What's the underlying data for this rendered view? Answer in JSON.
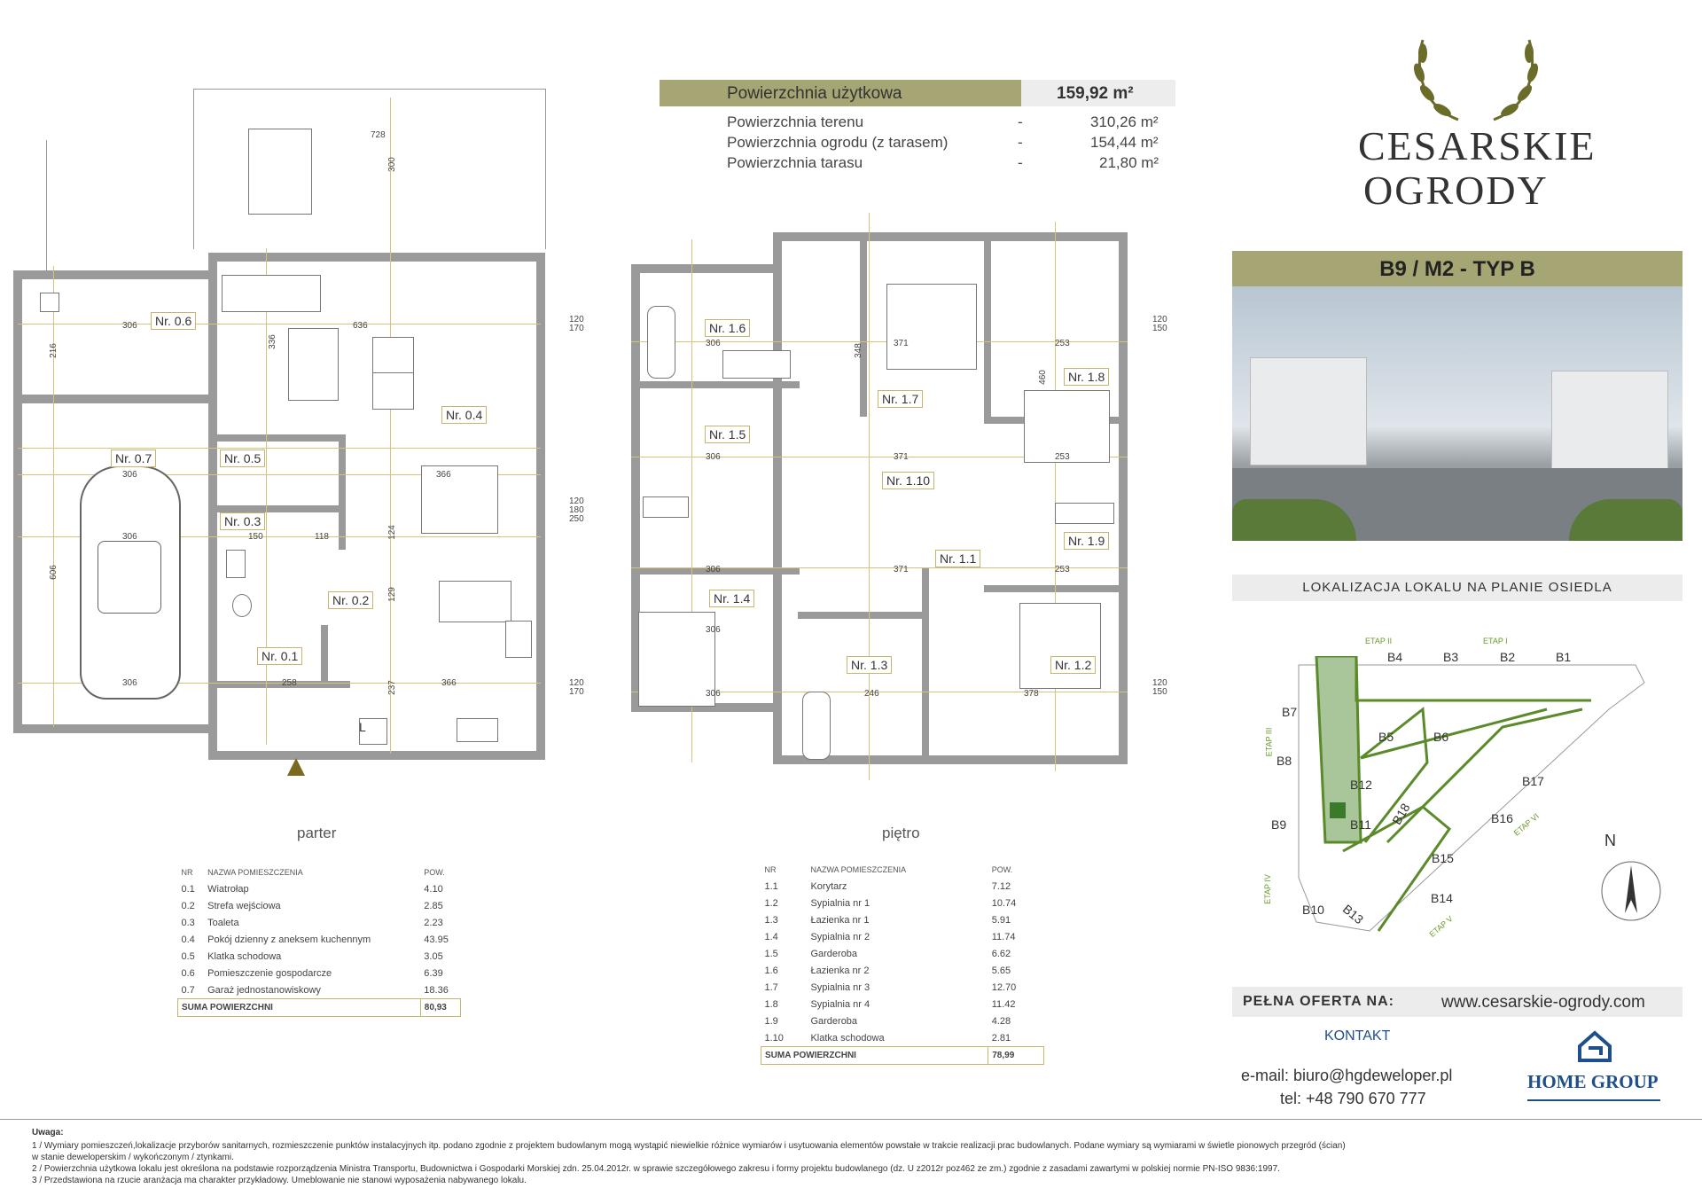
{
  "area_summary": {
    "main_label": "Powierzchnia użytkowa",
    "main_value": "159,92 m²",
    "rows": [
      {
        "label": "Powierzchnia terenu",
        "dash": "-",
        "value": "310,26 m²"
      },
      {
        "label": "Powierzchnia ogrodu (z tarasem)",
        "dash": "-",
        "value": "154,44 m²"
      },
      {
        "label": "Powierzchnia tarasu",
        "dash": "-",
        "value": "21,80 m²"
      }
    ]
  },
  "logo": {
    "line1": "CESARSKIE",
    "line2": "OGRODY"
  },
  "unit_title": "B9 / M2 - TYP B",
  "location_title": "LOKALIZACJA LOKALU NA PLANIE OSIEDLA",
  "site_plan": {
    "etaps": [
      "ETAP II",
      "ETAP I",
      "ETAP III",
      "ETAP IV",
      "ETAP V",
      "ETAP VI"
    ],
    "buildings": [
      "B4",
      "B3",
      "B2",
      "B1",
      "B7",
      "B5",
      "B6",
      "B8",
      "B12",
      "B17",
      "B9",
      "B11",
      "B18",
      "B16",
      "B15",
      "B14",
      "B10",
      "B13"
    ],
    "north": "N"
  },
  "offer": {
    "label": "PEŁNA OFERTA NA:",
    "url": "www.cesarskie-ogrody.com"
  },
  "contact": {
    "label": "KONTAKT",
    "email": "e-mail: biuro@hgdeweloper.pl",
    "tel": "tel: +48 790 670 777",
    "company": "HOME GROUP"
  },
  "ground_floor": {
    "title": "parter",
    "rooms": [
      "Nr. 0.6",
      "Nr. 0.4",
      "Nr. 0.7",
      "Nr. 0.5",
      "Nr. 0.3",
      "Nr. 0.2",
      "Nr. 0.1"
    ],
    "dims": [
      "728",
      "300",
      "636",
      "306",
      "336",
      "216",
      "306",
      "366",
      "306",
      "150",
      "118",
      "124",
      "129",
      "237",
      "366",
      "258",
      "606",
      "306",
      "120",
      "170",
      "120",
      "180",
      "250",
      "120",
      "170",
      "L"
    ],
    "table": {
      "headers": [
        "NR",
        "NAZWA POMIESZCZENIA",
        "POW."
      ],
      "rows": [
        [
          "0.1",
          "Wiatrołap",
          "4.10"
        ],
        [
          "0.2",
          "Strefa wejściowa",
          "2.85"
        ],
        [
          "0.3",
          "Toaleta",
          "2.23"
        ],
        [
          "0.4",
          "Pokój dzienny z aneksem kuchennym",
          "43.95"
        ],
        [
          "0.5",
          "Klatka schodowa",
          "3.05"
        ],
        [
          "0.6",
          "Pomieszczenie gospodarcze",
          "6.39"
        ],
        [
          "0.7",
          "Garaż jednostanowiskowy",
          "18.36"
        ]
      ],
      "sum_label": "SUMA POWIERZCHNI",
      "sum_value": "80,93"
    }
  },
  "upper_floor": {
    "title": "piętro",
    "rooms": [
      "Nr. 1.6",
      "Nr. 1.7",
      "Nr. 1.8",
      "Nr. 1.5",
      "Nr. 1.10",
      "Nr. 1.9",
      "Nr. 1.1",
      "Nr. 1.4",
      "Nr. 1.3",
      "Nr. 1.2"
    ],
    "dims": [
      "306",
      "371",
      "253",
      "348",
      "460",
      "306",
      "371",
      "253",
      "306",
      "371",
      "253",
      "306",
      "246",
      "378",
      "306",
      "120",
      "150",
      "120",
      "150"
    ],
    "table": {
      "headers": [
        "NR",
        "NAZWA POMIESZCZENIA",
        "POW."
      ],
      "rows": [
        [
          "1.1",
          "Korytarz",
          "7.12"
        ],
        [
          "1.2",
          "Sypialnia nr 1",
          "10.74"
        ],
        [
          "1.3",
          "Łazienka nr 1",
          "5.91"
        ],
        [
          "1.4",
          "Sypialnia nr 2",
          "11.74"
        ],
        [
          "1.5",
          "Garderoba",
          "6.62"
        ],
        [
          "1.6",
          "Łazienka nr 2",
          "5.65"
        ],
        [
          "1.7",
          "Sypialnia nr 3",
          "12.70"
        ],
        [
          "1.8",
          "Sypialnia nr 4",
          "11.42"
        ],
        [
          "1.9",
          "Garderoba",
          "4.28"
        ],
        [
          "1.10",
          "Klatka schodowa",
          "2.81"
        ]
      ],
      "sum_label": "SUMA POWIERZCHNI",
      "sum_value": "78,99"
    }
  },
  "notes": {
    "title": "Uwaga:",
    "lines": [
      "1 / Wymiary pomieszczeń,lokalizacje przyborów sanitarnych, rozmieszczenie punktów instalacyjnych itp. podano zgodnie z projektem budowlanym mogą wystąpić niewielkie różnice wymiarów i usytuowania elementów powstałe w trakcie realizacji prac budowlanych. Podane wymiary są wymiarami w świetle pionowych przegród (ścian)",
      "w stanie deweloperskim / wykończonym / ztynkami.",
      "2 / Powierzchnia użytkowa lokalu jest określona na podstawie rozporządzenia Ministra Transportu, Budownictwa i Gospodarki Morskiej zdn. 25.04.2012r. w sprawie szczegółowego zakresu i formy projektu budowlanego (dz. U z2012r poz462 ze zm.) zgodnie z zasadami zawartymi w polskiej normie PN-ISO 9836:1997.",
      "3 / Przedstawiona na rzucie aranżacja ma charakter przykładowy. Umeblowanie nie stanowi wyposażenia nabywanego lokalu."
    ]
  },
  "colors": {
    "accent": "#a5a673",
    "wall": "#9a9a9a",
    "grid": "#d4c47a",
    "green": "#6a9a2a",
    "blue": "#1f4f8a"
  }
}
